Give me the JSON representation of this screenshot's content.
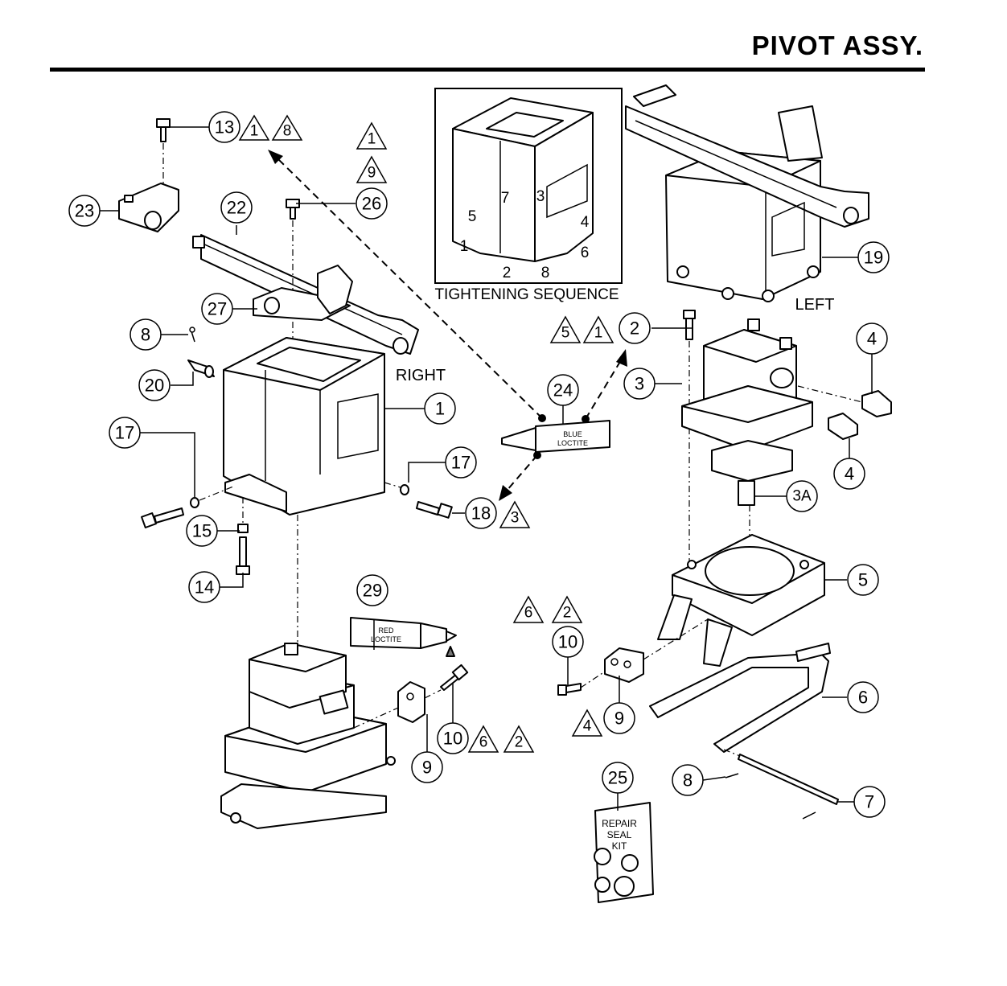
{
  "header": {
    "title": "PIVOT ASSY."
  },
  "inset": {
    "caption": "TIGHTENING SEQUENCE",
    "sequence": [
      "1",
      "2",
      "3",
      "4",
      "5",
      "6",
      "7",
      "8"
    ]
  },
  "side_labels": {
    "right": "RIGHT",
    "left": "LEFT"
  },
  "tubes": {
    "blue": [
      "BLUE",
      "LOCTITE"
    ],
    "red": [
      "RED",
      "LOCTITE"
    ]
  },
  "seal_kit": [
    "REPAIR",
    "SEAL",
    "KIT"
  ],
  "callouts": [
    "13",
    "26",
    "23",
    "22",
    "27",
    "8",
    "20",
    "17",
    "17",
    "18",
    "15",
    "14",
    "1",
    "24",
    "29",
    "2",
    "3",
    "4",
    "4",
    "3A",
    "5",
    "10",
    "9",
    "10",
    "9",
    "6",
    "25",
    "8",
    "7",
    "19"
  ],
  "notes": {
    "n13": [
      "1",
      "8"
    ],
    "n_top": [
      "1",
      "9"
    ],
    "n18": [
      "3"
    ],
    "n2": [
      "5",
      "1"
    ],
    "n10_mid": [
      "6",
      "2"
    ],
    "n9_mid": [
      "4"
    ],
    "n10_low": [
      "6",
      "2"
    ]
  }
}
